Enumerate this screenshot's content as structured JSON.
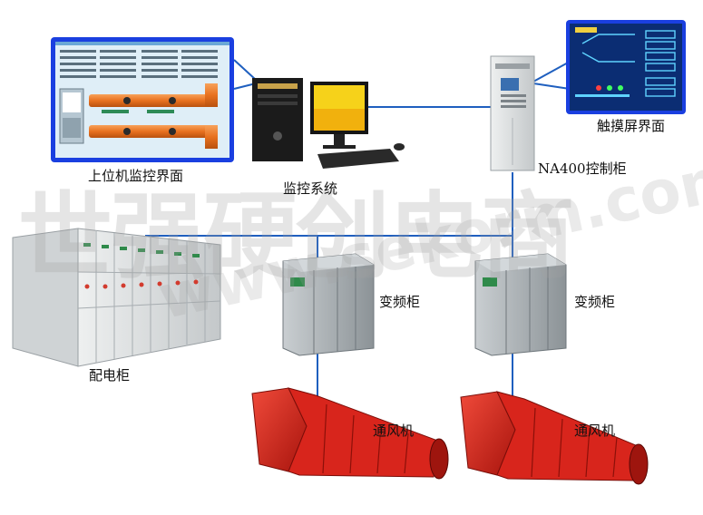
{
  "labels": {
    "hmi_screen": "上位机监控界面",
    "monitoring_system": "监控系统",
    "control_cabinet": "NA400控制柜",
    "touchscreen": "触摸屏界面",
    "distribution_cabinet": "配电柜",
    "vfd_cabinet_1": "变频柜",
    "vfd_cabinet_2": "变频柜",
    "fan_1": "通风机",
    "fan_2": "通风机"
  },
  "watermark": {
    "cn": "世强硬创电商",
    "url": "www.sekorm.com"
  },
  "colors": {
    "link_line": "#1f5fbf",
    "screen_frame": "#1a3fe0",
    "fan_red": "#d8251c",
    "pipe_orange": "#ee7a2c",
    "cabinet_gray": "#d7dadb",
    "vfd_gray": "#a9afb3"
  }
}
